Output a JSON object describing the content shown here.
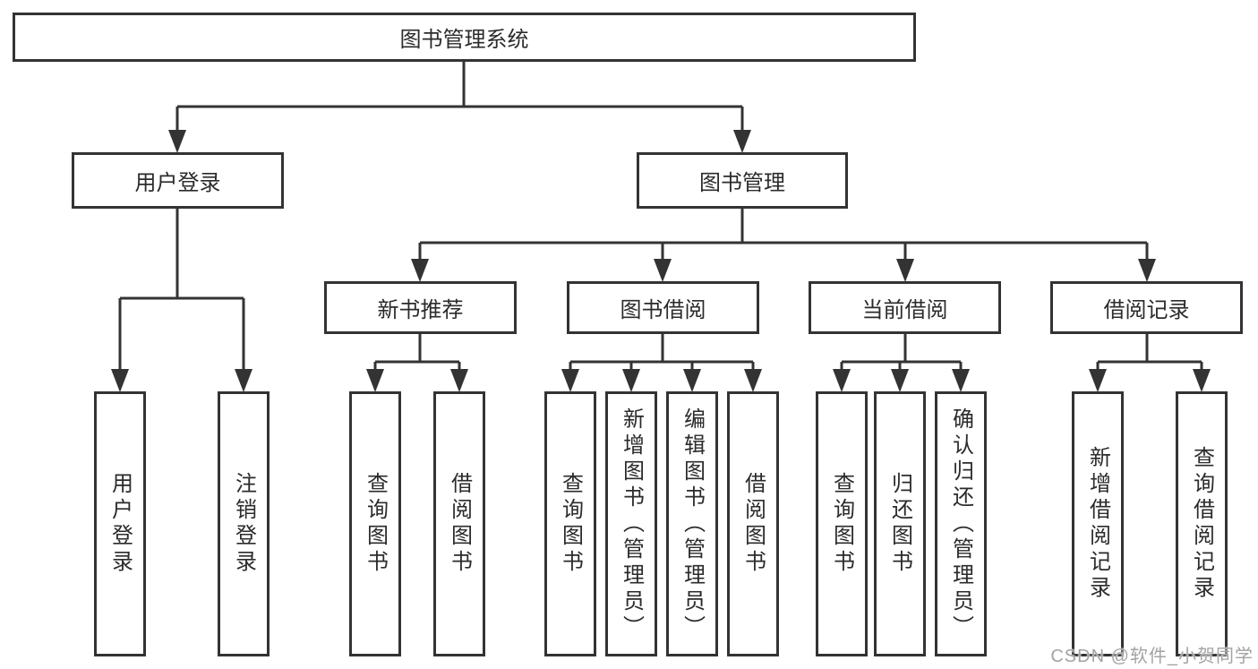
{
  "colors": {
    "box_border": "#333333",
    "connector_line": "#333333",
    "text": "#2b2b2b",
    "background": "#ffffff",
    "watermark_text": "#a3a3a3"
  },
  "diagram": {
    "root": {
      "label": "图书管理系统"
    },
    "level2": [
      {
        "label": "用户登录"
      },
      {
        "label": "图书管理"
      }
    ],
    "level3": [
      {
        "label": "新书推荐",
        "parent": "图书管理"
      },
      {
        "label": "图书借阅",
        "parent": "图书管理"
      },
      {
        "label": "当前借阅",
        "parent": "图书管理"
      },
      {
        "label": "借阅记录",
        "parent": "图书管理"
      }
    ],
    "leaves": [
      {
        "label": "用户登录",
        "parent": "用户登录"
      },
      {
        "label": "注销登录",
        "parent": "用户登录"
      },
      {
        "label": "查询图书",
        "parent": "新书推荐"
      },
      {
        "label": "借阅图书",
        "parent": "新书推荐"
      },
      {
        "label": "查询图书",
        "parent": "图书借阅"
      },
      {
        "label": "新增图书（管理员）",
        "parent": "图书借阅"
      },
      {
        "label": "编辑图书（管理员）",
        "parent": "图书借阅"
      },
      {
        "label": "借阅图书",
        "parent": "图书借阅"
      },
      {
        "label": "查询图书",
        "parent": "当前借阅"
      },
      {
        "label": "归还图书",
        "parent": "当前借阅"
      },
      {
        "label": "确认归还（管理员）",
        "parent": "当前借阅"
      },
      {
        "label": "新增借阅记录",
        "parent": "借阅记录"
      },
      {
        "label": "查询借阅记录",
        "parent": "借阅记录"
      }
    ]
  },
  "watermark": {
    "text": "CSDN @软件_小贺同学"
  }
}
